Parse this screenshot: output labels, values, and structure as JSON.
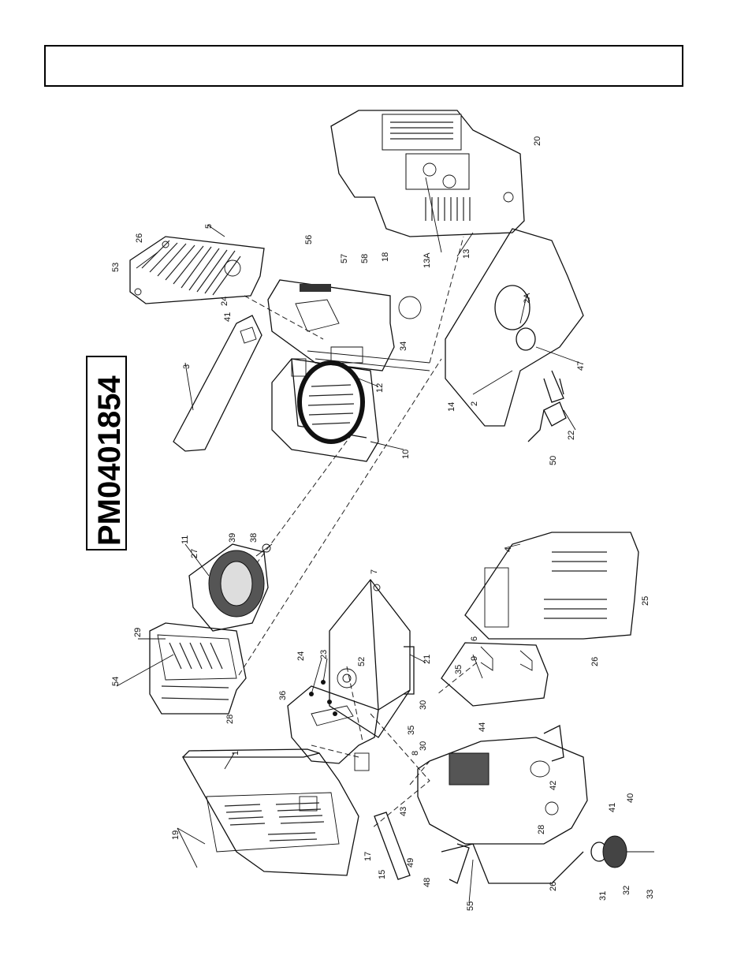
{
  "part_number": "PM0401854",
  "labels": [
    {
      "id": "1",
      "text": "1"
    },
    {
      "id": "2",
      "text": "2"
    },
    {
      "id": "2a",
      "text": "2A"
    },
    {
      "id": "3",
      "text": "3"
    },
    {
      "id": "4",
      "text": "4"
    },
    {
      "id": "5",
      "text": "5"
    },
    {
      "id": "6",
      "text": "6"
    },
    {
      "id": "7",
      "text": "7"
    },
    {
      "id": "8",
      "text": "8"
    },
    {
      "id": "9",
      "text": "9"
    },
    {
      "id": "10",
      "text": "10"
    },
    {
      "id": "11",
      "text": "11"
    },
    {
      "id": "12",
      "text": "12"
    },
    {
      "id": "13",
      "text": "13"
    },
    {
      "id": "13a",
      "text": "13A"
    },
    {
      "id": "14",
      "text": "14"
    },
    {
      "id": "15",
      "text": "15"
    },
    {
      "id": "17",
      "text": "17"
    },
    {
      "id": "18",
      "text": "18"
    },
    {
      "id": "19",
      "text": "19"
    },
    {
      "id": "20",
      "text": "20"
    },
    {
      "id": "21",
      "text": "21"
    },
    {
      "id": "22",
      "text": "22"
    },
    {
      "id": "23",
      "text": "23"
    },
    {
      "id": "24a",
      "text": "24"
    },
    {
      "id": "24b",
      "text": "24"
    },
    {
      "id": "25",
      "text": "25"
    },
    {
      "id": "26a",
      "text": "26"
    },
    {
      "id": "26b",
      "text": "26"
    },
    {
      "id": "26c",
      "text": "26"
    },
    {
      "id": "27",
      "text": "27"
    },
    {
      "id": "28a",
      "text": "28"
    },
    {
      "id": "28b",
      "text": "28"
    },
    {
      "id": "29",
      "text": "29"
    },
    {
      "id": "30a",
      "text": "30"
    },
    {
      "id": "30b",
      "text": "30"
    },
    {
      "id": "31",
      "text": "31"
    },
    {
      "id": "32",
      "text": "32"
    },
    {
      "id": "33",
      "text": "33"
    },
    {
      "id": "34",
      "text": "34"
    },
    {
      "id": "35a",
      "text": "35"
    },
    {
      "id": "35b",
      "text": "35"
    },
    {
      "id": "36",
      "text": "36"
    },
    {
      "id": "38",
      "text": "38"
    },
    {
      "id": "39",
      "text": "39"
    },
    {
      "id": "40",
      "text": "40"
    },
    {
      "id": "41a",
      "text": "41"
    },
    {
      "id": "41b",
      "text": "41"
    },
    {
      "id": "42",
      "text": "42"
    },
    {
      "id": "43",
      "text": "43"
    },
    {
      "id": "44",
      "text": "44"
    },
    {
      "id": "47",
      "text": "47"
    },
    {
      "id": "48",
      "text": "48"
    },
    {
      "id": "49",
      "text": "49"
    },
    {
      "id": "50",
      "text": "50"
    },
    {
      "id": "52",
      "text": "52"
    },
    {
      "id": "53",
      "text": "53"
    },
    {
      "id": "54",
      "text": "54"
    },
    {
      "id": "55",
      "text": "55"
    },
    {
      "id": "56",
      "text": "56"
    },
    {
      "id": "57",
      "text": "57"
    },
    {
      "id": "58",
      "text": "58"
    }
  ]
}
